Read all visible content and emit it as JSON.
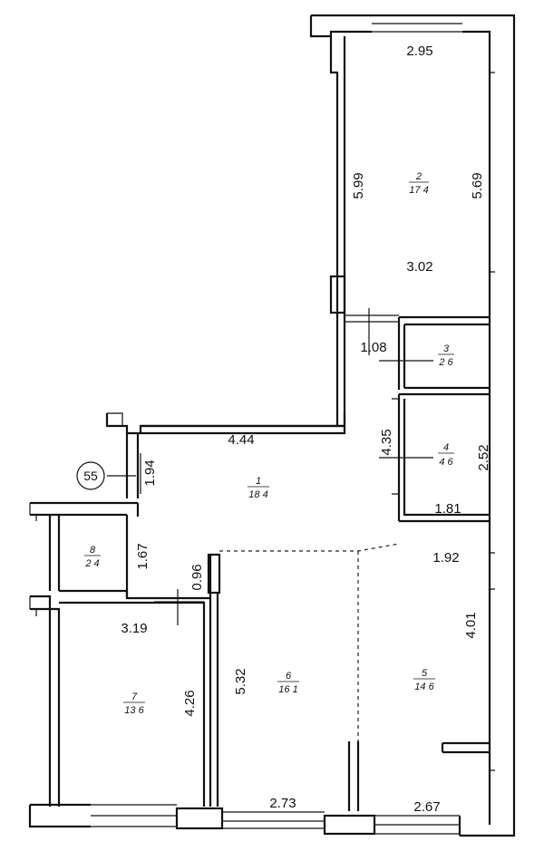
{
  "plan": {
    "tag": "55",
    "rooms": [
      {
        "id": "1",
        "num": "1",
        "area": "18 4"
      },
      {
        "id": "2",
        "num": "2",
        "area": "17 4"
      },
      {
        "id": "3",
        "num": "3",
        "area": "2 6"
      },
      {
        "id": "4",
        "num": "4",
        "area": "4 6"
      },
      {
        "id": "5",
        "num": "5",
        "area": "14 6"
      },
      {
        "id": "6",
        "num": "6",
        "area": "16 1"
      },
      {
        "id": "7",
        "num": "7",
        "area": "13 6"
      },
      {
        "id": "8",
        "num": "8",
        "area": "2 4"
      }
    ],
    "dims": {
      "d_295": "2.95",
      "d_599": "5.99",
      "d_569": "5.69",
      "d_302": "3.02",
      "d_108": "1.08",
      "d_444": "4.44",
      "d_435": "4.35",
      "d_252": "2.52",
      "d_194": "1.94",
      "d_181": "1.81",
      "d_192": "1.92",
      "d_167": "1.67",
      "d_096": "0.96",
      "d_319": "3.19",
      "d_401": "4.01",
      "d_532": "5.32",
      "d_426": "4.26",
      "d_273": "2.73",
      "d_267": "2.67"
    }
  }
}
